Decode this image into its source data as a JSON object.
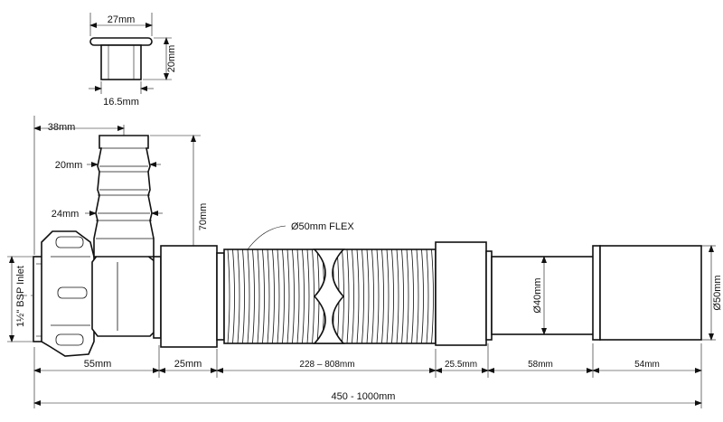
{
  "diagram": {
    "labels": {
      "cap_width": "27mm",
      "cap_height": "20mm",
      "cap_inner": "16.5mm",
      "spigot_offset": "38mm",
      "spigot_upper_dia": "20mm",
      "spigot_lower_dia": "24mm",
      "spigot_height": "70mm",
      "flex_label": "Ø50mm FLEX",
      "inlet_label": "1½\" BSP Inlet",
      "pipe_dia_40": "Ø40mm",
      "pipe_dia_50": "Ø50mm",
      "seg_1": "55mm",
      "seg_2": "25mm",
      "seg_3": "228 – 808mm",
      "seg_4": "25.5mm",
      "seg_5": "58mm",
      "seg_6": "54mm",
      "overall": "450 - 1000mm"
    },
    "colors": {
      "line": "#111111",
      "centerline": "#555555"
    }
  }
}
